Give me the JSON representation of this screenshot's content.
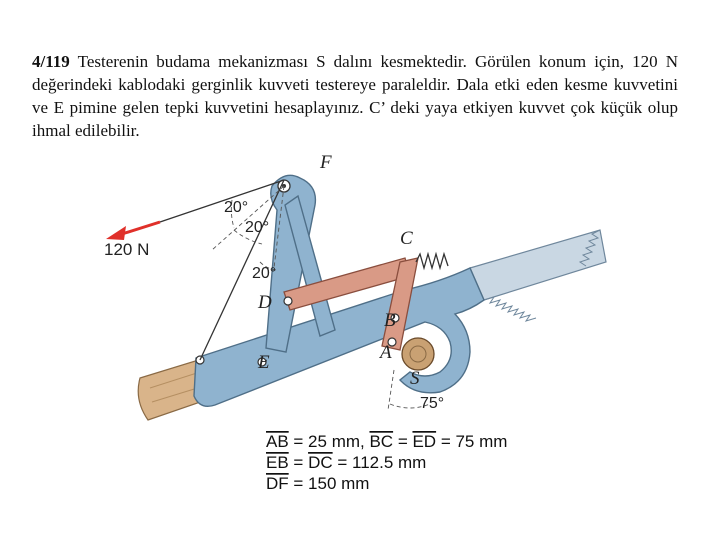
{
  "problem": {
    "number": "4/119",
    "text": "Testerenin budama mekanizması S dalını kesmektedir. Görülen konum için, 120 N değerindeki kablodaki gerginlik kuvveti testereye paraleldir. Dala etki eden kesme kuvvetini ve E pimine gelen tepki kuvvetini hesaplayınız. C’ deki yaya etkiyen kuvvet çok küçük olup ihmal edilebilir."
  },
  "figure": {
    "force_label": "120 N",
    "angles": [
      "20°",
      "20°",
      "20°",
      "75°"
    ],
    "points": {
      "F": "F",
      "C": "C",
      "D": "D",
      "B": "B",
      "A": "A",
      "E": "E",
      "S": "S"
    },
    "dimensions": [
      {
        "lhs": [
          "AB",
          "BC",
          "ED"
        ],
        "rhs": "25 mm, BC = ED = 75 mm",
        "line": "AB = 25 mm, BC = ED = 75 mm"
      },
      {
        "line": "EB = DC = 112.5 mm"
      },
      {
        "line": "DF = 150 mm"
      }
    ],
    "dim_parts": {
      "row1": {
        "a": "AB",
        "a_val": " = 25 mm, ",
        "b": "BC",
        "eq": " = ",
        "c": "ED",
        "c_val": " = 75 mm"
      },
      "row2": {
        "a": "EB",
        "eq": " = ",
        "b": "DC",
        "b_val": " = 112.5 mm"
      },
      "row3": {
        "a": "DF",
        "a_val": " = 150 mm"
      }
    },
    "colors": {
      "handle_blue": "#8fb3cf",
      "link_salmon": "#d99a86",
      "wood": "#d9b48a",
      "blade": "#c9d7e3",
      "arrow_red": "#e0302a"
    }
  }
}
